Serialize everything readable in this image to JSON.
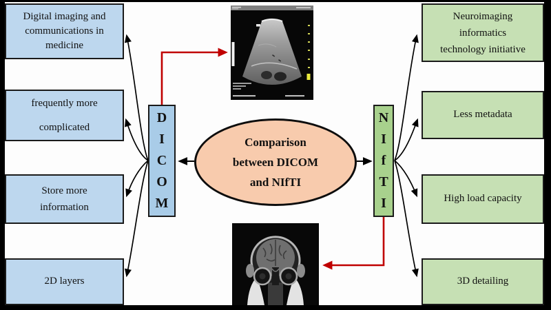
{
  "diagram_title": "Comparison between DICOM and NIfTI",
  "center_ellipse": {
    "text": "Comparison\nbetween DICOM\nand NIfTI"
  },
  "dicom_bar": {
    "label": "D\nI\nC\nO\nM"
  },
  "nifti_bar": {
    "label": "N\nI\nf\nT\nI"
  },
  "left_boxes": [
    {
      "text": "Digital imaging and\ncommunications in\nmedicine"
    },
    {
      "text": "frequently more\ncomplicated"
    },
    {
      "text": "Store more\ninformation"
    },
    {
      "text": "2D layers"
    }
  ],
  "right_boxes": [
    {
      "text": "Neuroimaging\ninformatics\ntechnology initiative"
    },
    {
      "text": "Less metadata"
    },
    {
      "text": "High load capacity"
    },
    {
      "text": "3D detailing"
    }
  ],
  "images": {
    "top": {
      "name": "ultrasound-scan"
    },
    "bottom": {
      "name": "mri-coronal-brain-scan"
    }
  },
  "colors": {
    "frame": "#000000",
    "canvas": "#fdfdfd",
    "blue_box": "#BDD7EE",
    "dicom_bar": "#A9CCE8",
    "green_box": "#C6E0B4",
    "nifti_bar": "#A8D18D",
    "ellipse_fill": "#F8CBAD",
    "border": "#1a1a1a",
    "black_arrow": "#000000",
    "red_arrow": "#C00000"
  }
}
